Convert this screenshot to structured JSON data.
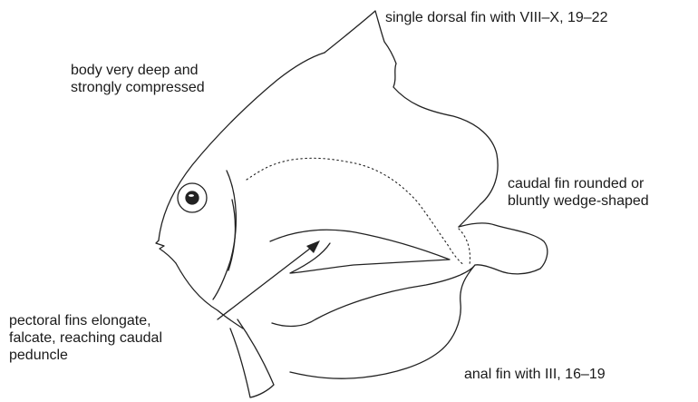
{
  "labels": {
    "dorsal": [
      "single dorsal fin with VIII–X, 19–22"
    ],
    "body": [
      "body very deep and",
      "strongly compressed"
    ],
    "caudal": [
      "caudal fin rounded or",
      "bluntly wedge-shaped"
    ],
    "pectoral": [
      "pectoral fins elongate,",
      "falcate, reaching caudal",
      "peduncle"
    ],
    "anal": [
      "anal fin with III, 16–19"
    ]
  },
  "colors": {
    "outline": "#222222",
    "text": "#1a1a1a",
    "background": "#ffffff"
  }
}
